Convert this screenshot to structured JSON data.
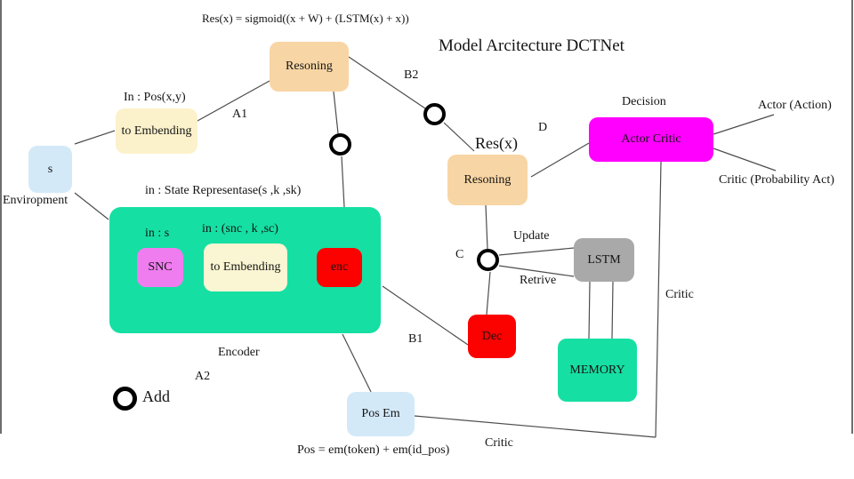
{
  "title": "Model Arcitecture DCTNet",
  "formulas": {
    "top": "Res(x) = sigmoid((x + W) + (LSTM(x) + x))",
    "bottom": "Pos = em(token) + em(id_pos)"
  },
  "nodes": {
    "resoning_top": "Resoning",
    "embed_left": "to Embending",
    "s": "s",
    "snc": "SNC",
    "embed_inner": "to Embending",
    "enc": "enc",
    "resoning_right": "Resoning",
    "actor_critic": "Actor Critic",
    "lstm": "LSTM",
    "dec": "Dec",
    "memory": "MEMORY",
    "pos_em": "Pos Em"
  },
  "labels": {
    "b2": "B2",
    "a1": "A1",
    "in_pos": "In : Pos(x,y)",
    "enviropment": "Enviropment",
    "state_rep": "in : State Representase(s ,k ,sk)",
    "in_s": "in : s",
    "in_snc": "in : (snc , k ,sc)",
    "res_x": "Res(x)",
    "d": "D",
    "decision": "Decision",
    "actor_action": "Actor (Action)",
    "critic_prob": "Critic (Probability Act)",
    "c": "C",
    "update": "Update",
    "retrive": "Retrive",
    "critic_right": "Critic",
    "b1": "B1",
    "encoder": "Encoder",
    "a2": "A2",
    "add": "Add",
    "critic_bottom": "Critic"
  },
  "colors": {
    "peach": "#f8d5a4",
    "pale_yellow": "#fbf2cb",
    "pale_blue": "#d4e9f8",
    "teal_green": "#16dfa3",
    "violet": "#ef7def",
    "red": "#fb0100",
    "magenta": "#ff00ff",
    "gray": "#a9a9a9",
    "line": "#4d4d4d"
  }
}
